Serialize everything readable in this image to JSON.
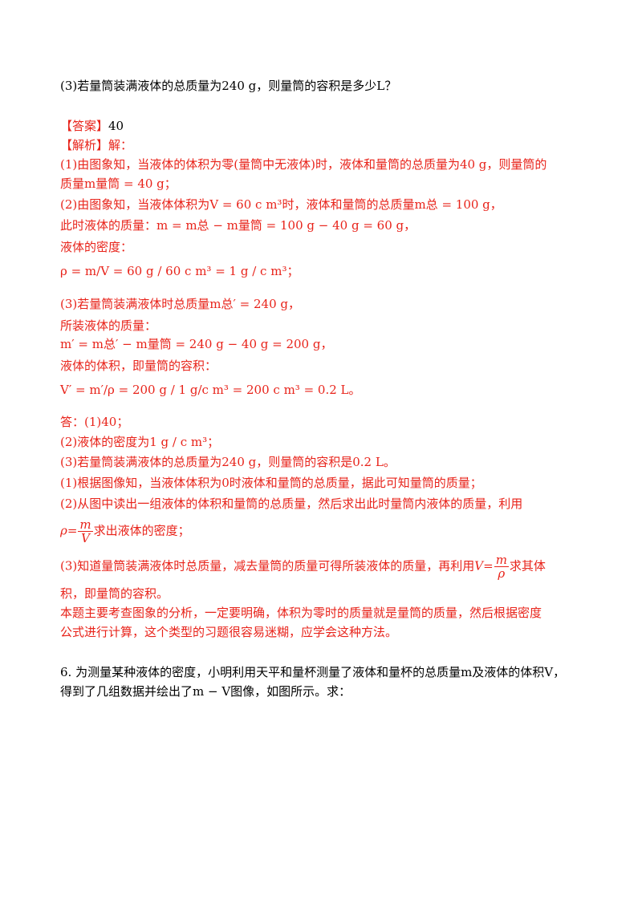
{
  "question3": "(3)若量筒装满液体的总质量为240 g，则量筒的容积是多少L？",
  "answer": {
    "label": "【答案】",
    "value": "40"
  },
  "analysis_label": "【解析】",
  "analysis_head": "解：",
  "lines": {
    "s1a": "(1)由图象知，当液体的体积为零(量筒中无液体)时，液体和量筒的总质量为40 g，则量筒的",
    "s1b": "质量m量筒 = 40 g；",
    "s2a": "(2)由图象知，当液体体积为V = 60 c m³时，液体和量筒的总质量m总 = 100 g，",
    "s2b": "此时液体的质量：m = m总 − m量筒 = 100 g − 40 g = 60 g，",
    "s2c": "液体的密度：",
    "s2d": "ρ = m/V = 60 g / 60 c m³ = 1 g / c m³；",
    "s3a": "(3)若量筒装满液体时总质量m总′ = 240 g，",
    "s3b": "所装液体的质量：",
    "s3c": "m′ = m总′ − m量筒 = 240 g − 40 g = 200 g，",
    "s3d": "液体的体积，即量筒的容积：",
    "s3e": "V′ = m′/ρ = 200 g / 1 g/c m³ = 200 c m³ = 0.2 L。",
    "ans0": "答：(1)40；",
    "ans2": "(2)液体的密度为1 g / c m³；",
    "ans3": "(3)若量筒装满液体的总质量为240 g，则量筒的容积是0.2 L。",
    "e1": "(1)根据图像知，当液体体积为0时液体和量筒的总质量，据此可知量筒的质量；",
    "e2a": "(2)从图中读出一组液体的体积和量筒的总质量，然后求出此时量筒内液体的质量，利用",
    "e2b": "求出液体的密度；",
    "e3a_pre": "(3)知道量筒装满液体时总质量，减去量筒的质量可得所装液体的质量，再利用",
    "e3a_post": "求其体",
    "e3b": "积，即量筒的容积。",
    "sum1": "本题主要考查图象的分析，一定要明确，体积为零时的质量就是量筒的质量，然后根据密度",
    "sum2": "公式进行计算，这个类型的习题很容易迷糊，应学会这种方法。"
  },
  "q6a": "6. 为测量某种液体的密度，小明利用天平和量杯测量了液体和量杯的总质量m及液体的体积V，",
  "q6b": "得到了几组数据并绘出了m − V图像，如图所示。求："
}
